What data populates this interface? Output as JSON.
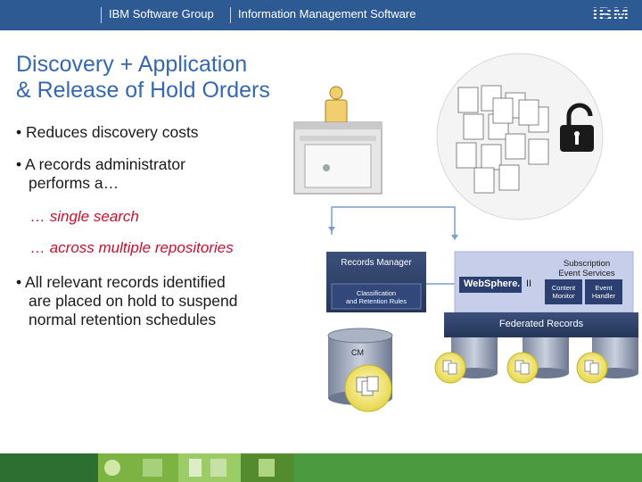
{
  "header": {
    "group": "IBM Software Group",
    "division": "Information Management Software",
    "logo_text": "IBM",
    "colors": {
      "bar": "#2e5a93",
      "title": "#3568b0",
      "accent_red": "#c8102e"
    }
  },
  "title": {
    "line1": "Discovery + Application",
    "line2": "& Release of Hold Orders"
  },
  "bullets": [
    {
      "text": "Reduces discovery costs"
    },
    {
      "text_line1": "A records administrator",
      "text_line2": "performs a…"
    },
    {
      "text_line1": "All relevant records identified",
      "text_line2": "are placed on hold to suspend",
      "text_line3": "normal retention schedules"
    }
  ],
  "sub_bullets": [
    "… single search",
    "… across multiple repositories"
  ],
  "diagram": {
    "records_manager": "Records Manager",
    "classification_line1": "Classification",
    "classification_line2": "and Retention Rules",
    "cm_label": "CM",
    "websphere": "WebSphere.",
    "websphere_suffix": "II",
    "subscription_line1": "Subscription",
    "subscription_line2": "Event Services",
    "content_monitor_line1": "Content",
    "content_monitor_line2": "Monitor",
    "event_handler_line1": "Event",
    "event_handler_line2": "Handler",
    "federated_records": "Federated Records",
    "icons": [
      "person-icon",
      "browser-window-icon",
      "document-stack-icon",
      "padlock-icon",
      "database-icon"
    ]
  }
}
